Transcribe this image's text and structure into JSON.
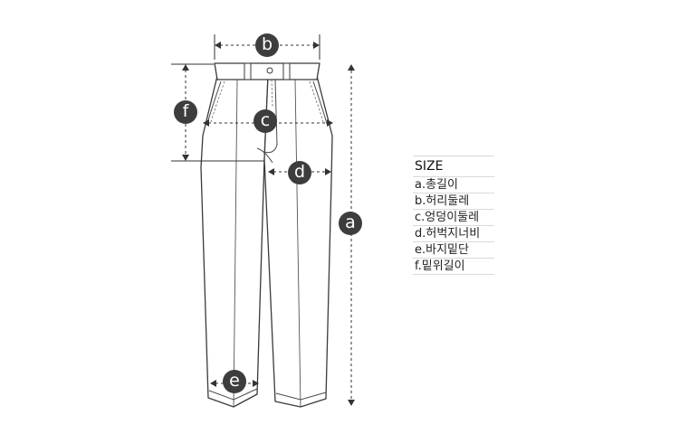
{
  "dimension_markers": [
    {
      "letter": "a"
    },
    {
      "letter": "b"
    },
    {
      "letter": "c"
    },
    {
      "letter": "d"
    },
    {
      "letter": "e"
    },
    {
      "letter": "f"
    }
  ],
  "size_legend": {
    "title": "SIZE",
    "items": [
      {
        "label": "a.총길이"
      },
      {
        "label": "b.허리둘레"
      },
      {
        "label": "c.엉덩이둘레"
      },
      {
        "label": "d.허벅지너비"
      },
      {
        "label": "e.바지밑단"
      },
      {
        "label": "f.밑위길이"
      }
    ]
  }
}
